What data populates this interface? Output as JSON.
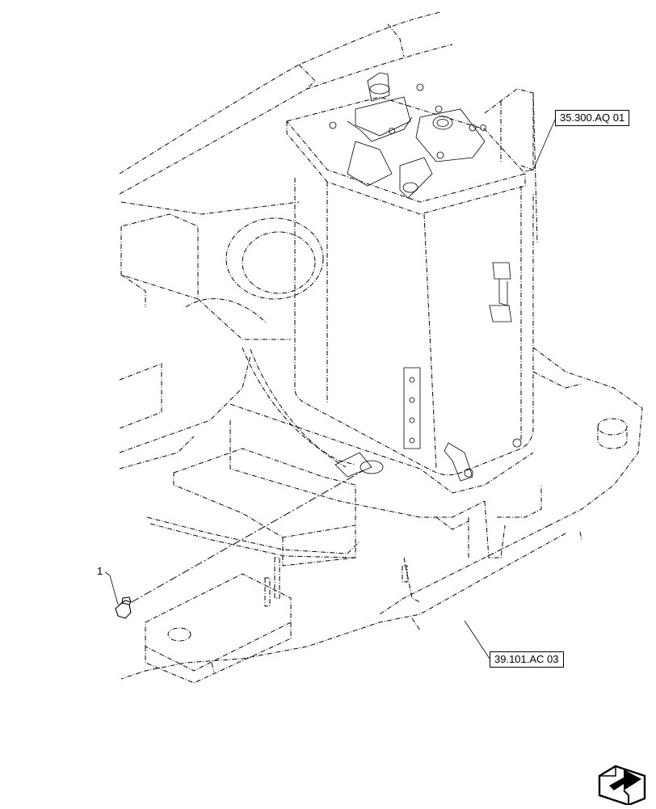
{
  "callouts": {
    "ref_top": "35.300.AQ 01",
    "ref_bottom": "39.101.AC 03"
  },
  "items": {
    "item_1": "1"
  },
  "icons": {
    "nav": "arrow-box-icon"
  }
}
